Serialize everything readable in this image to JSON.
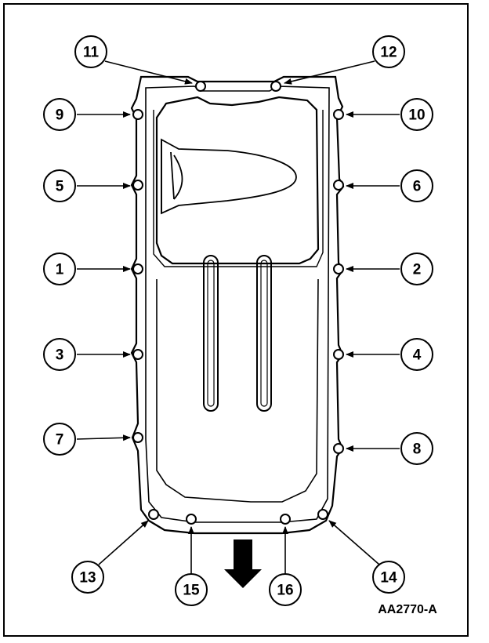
{
  "figure_code": "AA2770-A",
  "bolt_callouts": [
    "1",
    "2",
    "3",
    "4",
    "5",
    "6",
    "7",
    "8",
    "9",
    "10",
    "11",
    "12",
    "13",
    "14",
    "15",
    "16"
  ],
  "colors": {
    "ink": "#000000",
    "paper": "#ffffff"
  }
}
